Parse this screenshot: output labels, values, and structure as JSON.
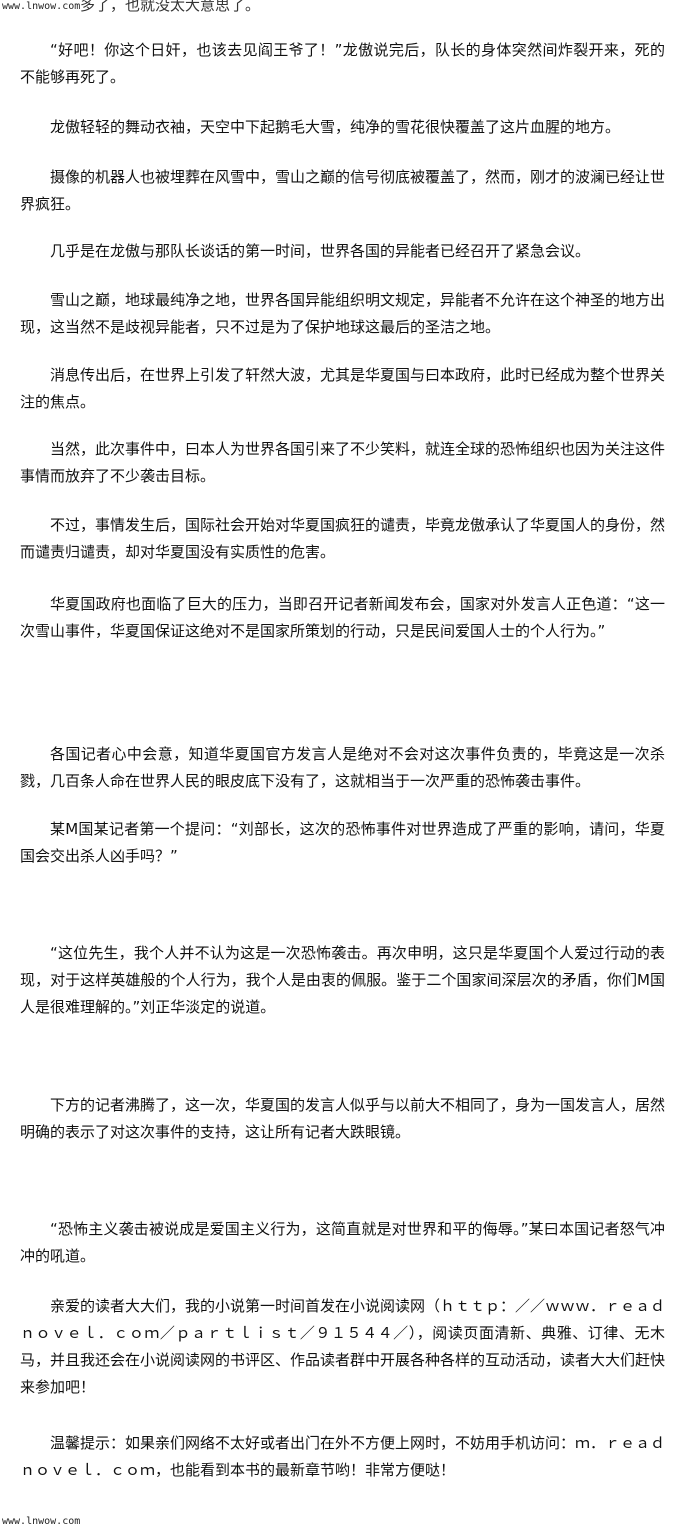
{
  "watermark": {
    "top": "www.lnwow.com",
    "bottom": "www.lnwow.com"
  },
  "top_fragment": "多了，也就没太大意思了。",
  "paragraphs": [
    "“好吧！你这个日奸，也该去见阎王爷了！”龙傲说完后，队长的身体突然间炸裂开来，死的不能够再死了。",
    "龙傲轻轻的舞动衣袖，天空中下起鹅毛大雪，纯净的雪花很快覆盖了这片血腥的地方。",
    "摄像的机器人也被埋葬在风雪中，雪山之巅的信号彻底被覆盖了，然而，刚才的波澜已经让世界疯狂。",
    "几乎是在龙傲与那队长谈话的第一时间，世界各国的异能者已经召开了紧急会议。",
    "雪山之巅，地球最纯净之地，世界各国异能组织明文规定，异能者不允许在这个神圣的地方出现，这当然不是歧视异能者，只不过是为了保护地球这最后的圣洁之地。",
    "消息传出后，在世界上引发了轩然大波，尤其是华夏国与曰本政府，此时已经成为整个世界关注的焦点。",
    "当然，此次事件中，曰本人为世界各国引来了不少笑料，就连全球的恐怖组织也因为关注这件事情而放弃了不少袭击目标。",
    "不过，事情发生后，国际社会开始对华夏国疯狂的谴责，毕竟龙傲承认了华夏国人的身份，然而谴责归谴责，却对华夏国没有实质性的危害。",
    "华夏国政府也面临了巨大的压力，当即召开记者新闻发布会，国家对外发言人正色道：“这一次雪山事件，华夏国保证这绝对不是国家所策划的行动，只是民间爱国人士的个人行为。”",
    "各国记者心中会意，知道华夏国官方发言人是绝对不会对这次事件负责的，毕竟这是一次杀戮，几百条人命在世界人民的眼皮底下没有了，这就相当于一次严重的恐怖袭击事件。",
    "某M国某记者第一个提问：“刘部长，这次的恐怖事件对世界造成了严重的影响，请问，华夏国会交出杀人凶手吗？”",
    "“这位先生，我个人并不认为这是一次恐怖袭击。再次申明，这只是华夏国个人爱过行动的表现，对于这样英雄般的个人行为，我个人是由衷的佩服。鉴于二个国家间深层次的矛盾，你们M国人是很难理解的。”刘正华淡定的说道。",
    "下方的记者沸腾了，这一次，华夏国的发言人似乎与以前大不相同了，身为一国发言人，居然明确的表示了对这次事件的支持，这让所有记者大跌眼镜。",
    "“恐怖主义袭击被说成是爱国主义行为，这简直就是对世界和平的侮辱。”某曰本国记者怒气冲冲的吼道。",
    "亲爱的读者大大们，我的小说第一时间首发在小说阅读网（ｈｔｔｐ：／／ｗｗｗ．ｒｅａｄｎｏｖｅｌ．ｃｏｍ／ｐａｒｔｌｉｓｔ／９１５４４／），阅读页面清新、典雅、订律、无木马，并且我还会在小说阅读网的书评区、作品读者群中开展各种各样的互动活动，读者大大们赶快来参加吧！",
    "温馨提示：如果亲们网络不太好或者出门在外不方便上网时，不妨用手机访问：ｍ．ｒｅａｄｎｏｖｅｌ．ｃｏｍ，也能看到本书的最新章节哟！非常方便哒！"
  ]
}
